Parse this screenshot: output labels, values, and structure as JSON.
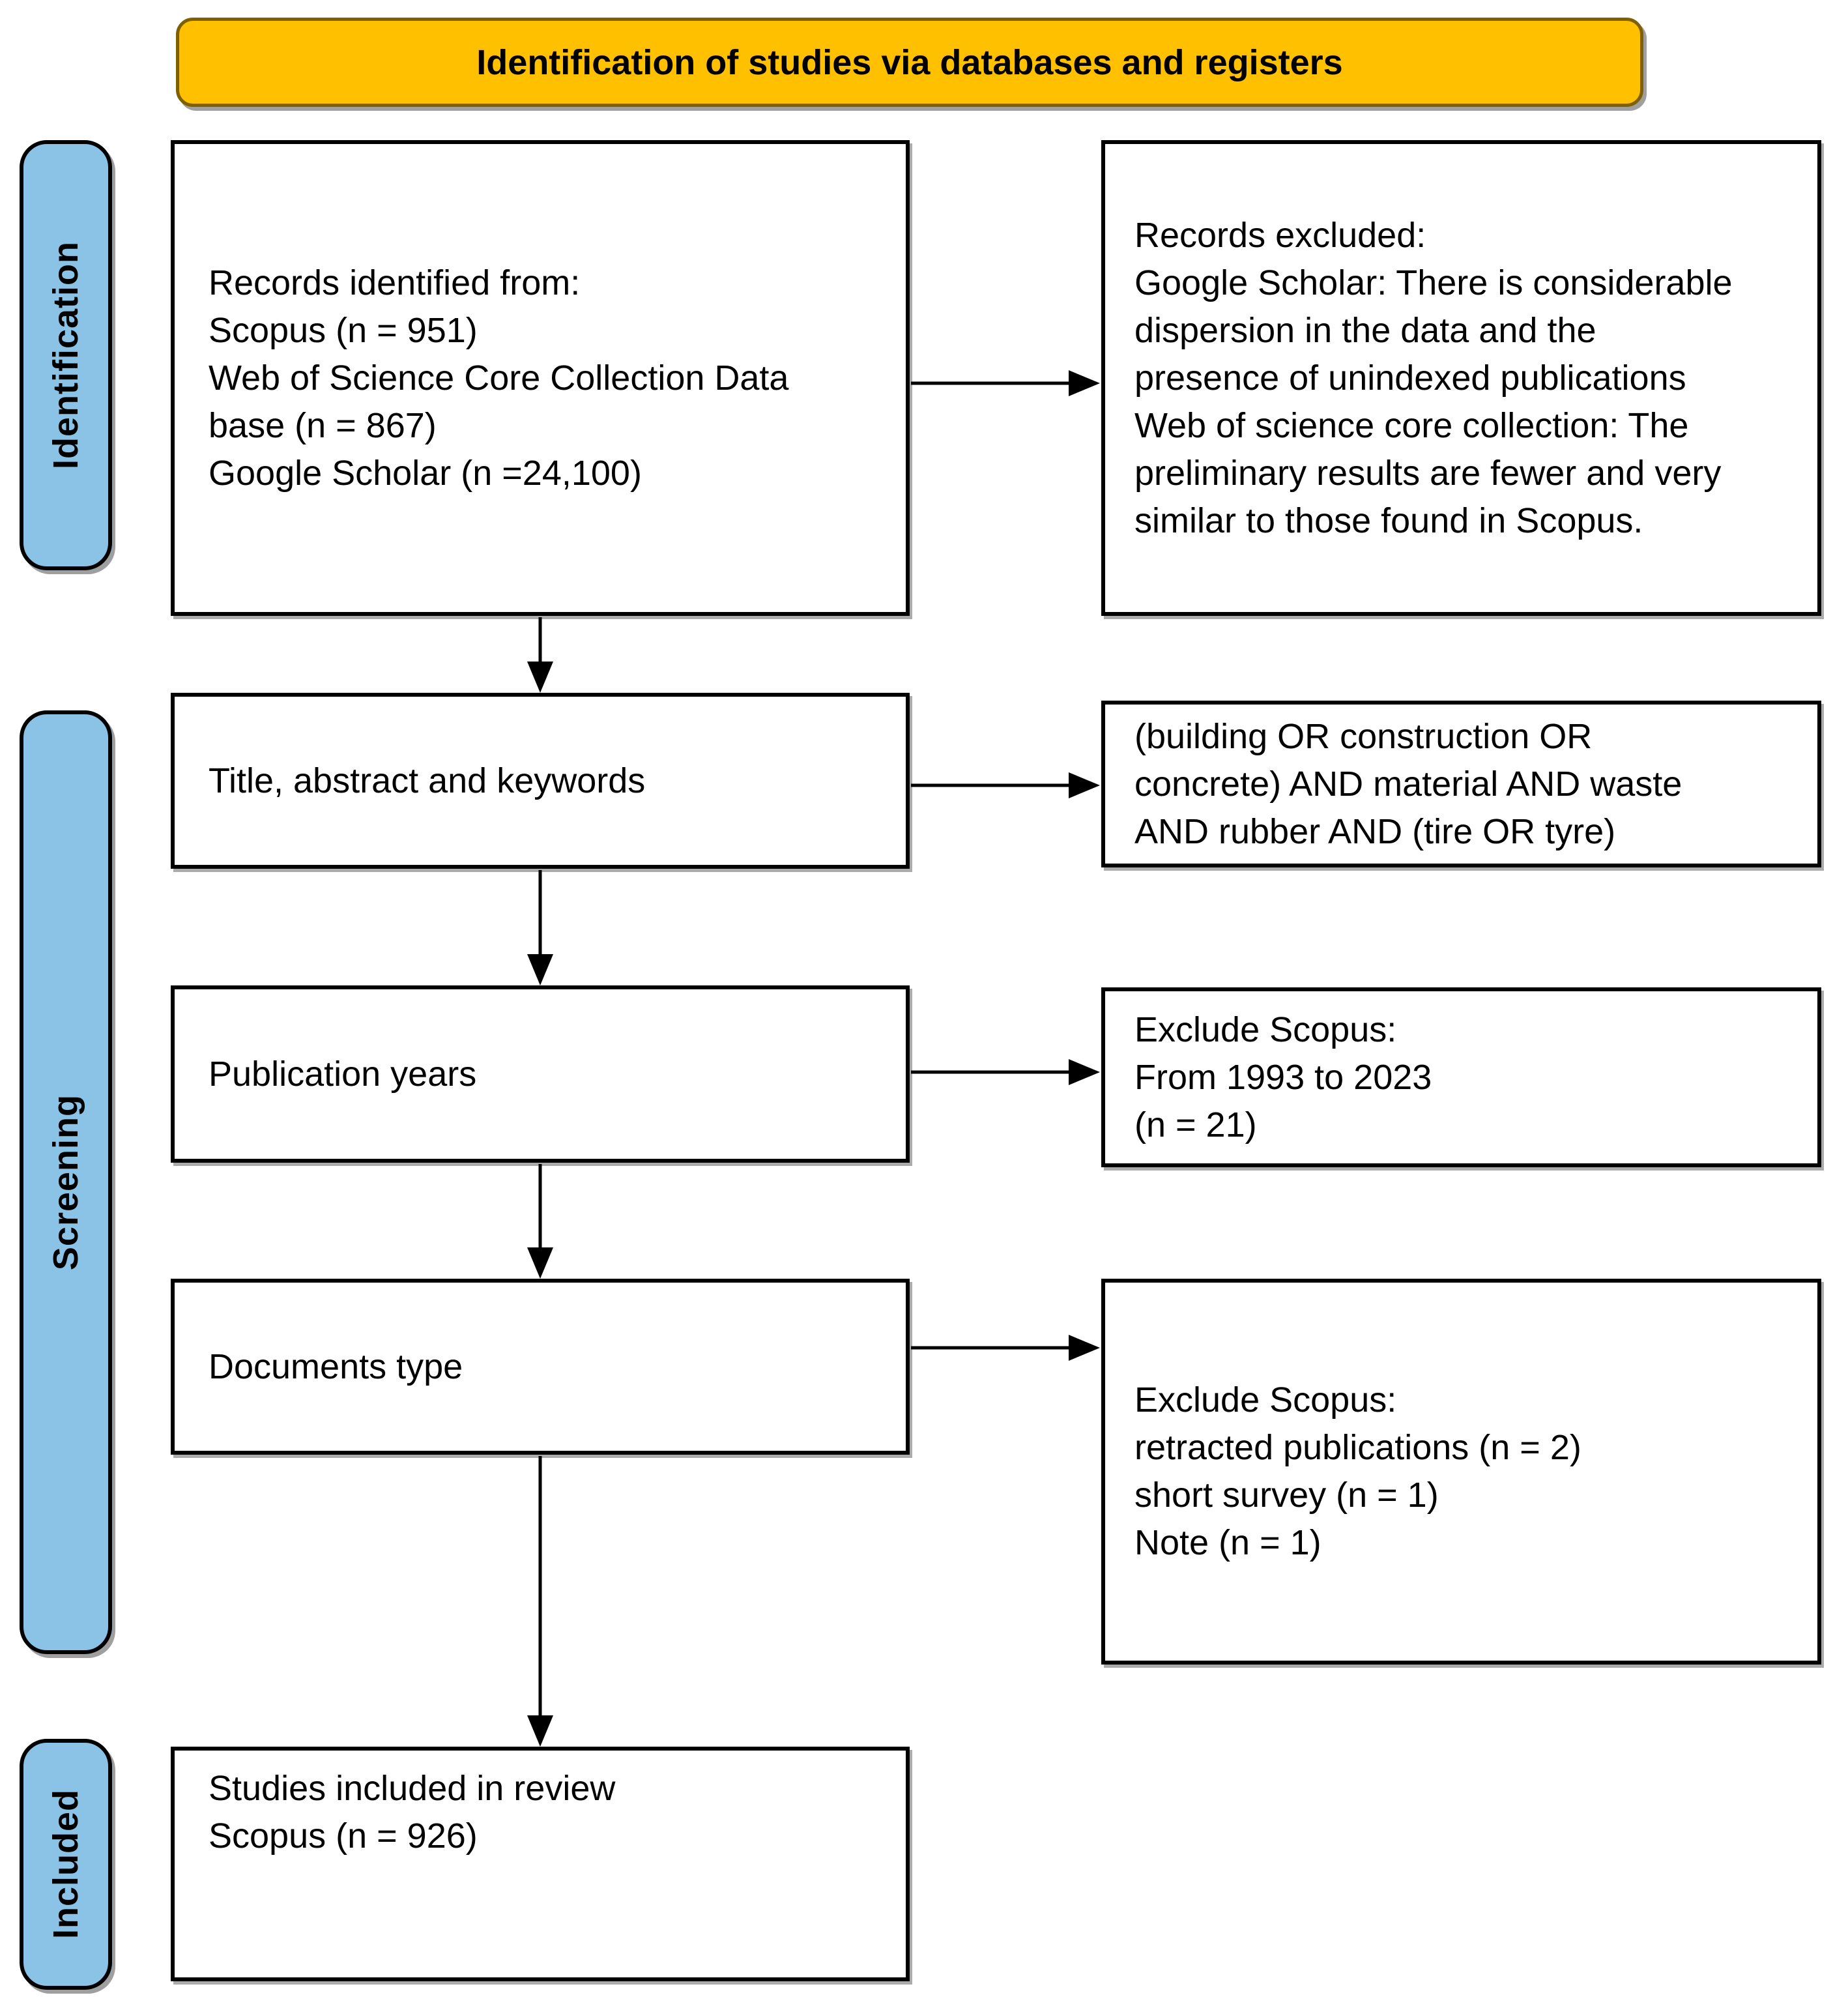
{
  "banner": {
    "label": "Identification of studies via databases and registers"
  },
  "sidebar": [
    {
      "id": "identification",
      "label": "Identification"
    },
    {
      "id": "screening",
      "label": "Screening"
    },
    {
      "id": "included",
      "label": "Included"
    }
  ],
  "main_flow": [
    {
      "id": "records-identified",
      "text": "Records identified from:\nScopus (n = 951)\nWeb of Science Core Collection Data\nbase (n = 867)\nGoogle Scholar (n =24,100)"
    },
    {
      "id": "title-abstract-keywords",
      "text": "Title, abstract and keywords"
    },
    {
      "id": "publication-years",
      "text": "Publication years"
    },
    {
      "id": "documents-type",
      "text": "Documents type"
    },
    {
      "id": "studies-included",
      "text": "Studies included in review\nScopus (n = 926)"
    }
  ],
  "side_flow": [
    {
      "id": "records-excluded",
      "text": "Records excluded:\nGoogle Scholar: There is considerable\ndispersion in the data and the\npresence of unindexed publications\nWeb of science core collection: The\npreliminary results are fewer and very\nsimilar to those found in Scopus."
    },
    {
      "id": "search-query",
      "text": "(building OR construction OR\nconcrete) AND material AND waste\nAND rubber AND (tire OR tyre)"
    },
    {
      "id": "exclude-publication-years",
      "text": "Exclude Scopus:\nFrom 1993 to 2023\n(n = 21)"
    },
    {
      "id": "exclude-document-types",
      "text": "Exclude Scopus:\nretracted publications (n = 2)\nshort survey (n = 1)\nNote (n = 1)"
    }
  ],
  "colors": {
    "banner_fill": "#FFC000",
    "banner_border": "#7F6000",
    "stage_fill": "#8BC3E6",
    "box_fill": "#FFFFFF",
    "line": "#000000"
  }
}
